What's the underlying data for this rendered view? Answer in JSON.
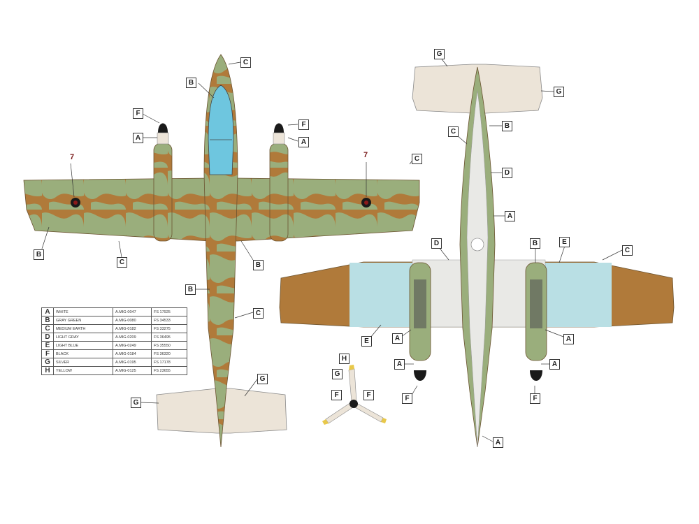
{
  "legend": [
    {
      "letter": "A",
      "name": "WHITE",
      "code": "A.MIG-0047",
      "fs": "FS 17925"
    },
    {
      "letter": "B",
      "name": "GRAY GREEN",
      "code": "A.MIG-0080",
      "fs": "FS 34533"
    },
    {
      "letter": "C",
      "name": "MEDIUM EARTH",
      "code": "A.MIG-0182",
      "fs": "FS 33275"
    },
    {
      "letter": "D",
      "name": "LIGHT GRAY",
      "code": "A.MIG-0209",
      "fs": "FS 36495"
    },
    {
      "letter": "E",
      "name": "LIGHT BLUE",
      "code": "A.MIG-0249",
      "fs": "FS 35550"
    },
    {
      "letter": "F",
      "name": "BLACK",
      "code": "A.MIG-0184",
      "fs": "FS 36320"
    },
    {
      "letter": "G",
      "name": "SILVER",
      "code": "A.MIG-0195",
      "fs": "FS 17178"
    },
    {
      "letter": "H",
      "name": "YELLOW",
      "code": "A.MIG-0125",
      "fs": "FS 23655"
    }
  ],
  "top_view_labels": {
    "c_nose": "C",
    "b_canopy": "B",
    "f_left_spinner": "F",
    "a_left_prop": "A",
    "f_right_spinner": "F",
    "a_right_prop": "A",
    "c_right_wing": "C",
    "b_left_wing": "B",
    "c_left_wing": "C",
    "b_fuselage_mid": "B",
    "b_fuselage_low": "B",
    "c_tail_boom": "C",
    "g_tail_right": "G",
    "g_tail_left": "G"
  },
  "bottom_view_labels": {
    "g_top": "G",
    "g_right": "G",
    "c_fuselage": "C",
    "b_fuselage": "B",
    "d_fuselage": "D",
    "a_fuselage": "A",
    "d_wing": "D",
    "b_nacelle": "B",
    "e_wing_top": "E",
    "c_wing": "C",
    "e_wing_low": "E",
    "a_left_nacelle": "A",
    "a_right_nacelle": "A",
    "a_left_spinner": "A",
    "a_right_spinner": "A",
    "f_left": "F",
    "f_right": "F",
    "a_tail": "A"
  },
  "prop_labels": {
    "h": "H",
    "g": "G",
    "f_left": "F",
    "f_right": "F"
  },
  "serial_left": "7",
  "serial_right": "7",
  "colors": {
    "green": "#9aae7c",
    "brown": "#b07a3a",
    "gray": "#e9e9e6",
    "blue": "#b9dfe4",
    "silver": "#ece4d8",
    "black": "#1a1a1a",
    "yellow": "#e8c84a",
    "canopy": "#6ec6df"
  }
}
